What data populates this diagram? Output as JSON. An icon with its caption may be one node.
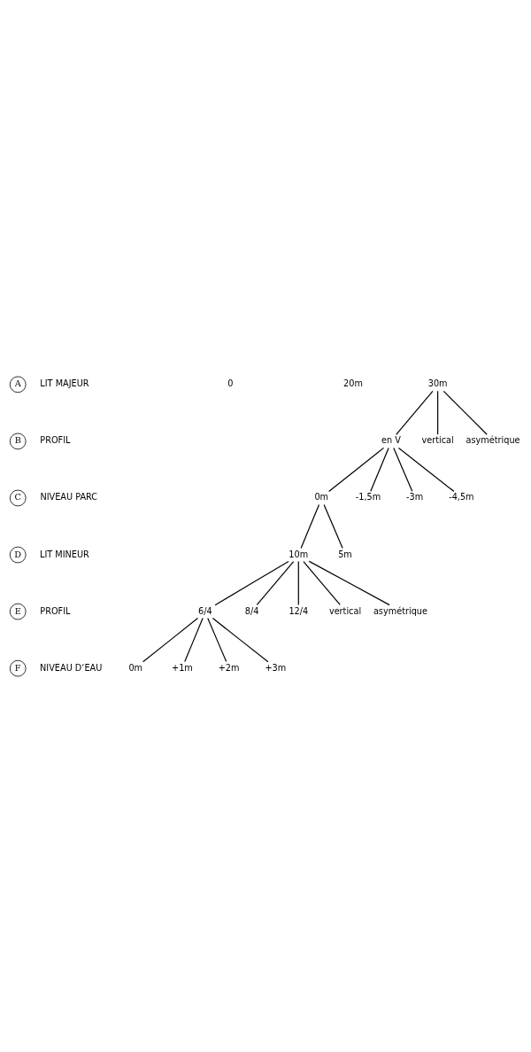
{
  "diagram": {
    "nodes": [
      {
        "text": [
          "A"
        ],
        "beside": [
          "LIT MAJEUR"
        ]
      },
      {
        "text": [
          "0"
        ]
      },
      {
        "text": [
          "20m"
        ]
      },
      {
        "text": [
          "30m"
        ]
      },
      {
        "text": [
          "B"
        ],
        "beside": [
          "PROFIL"
        ]
      },
      {
        "text": [
          "en V"
        ]
      },
      {
        "text": [
          "vertical"
        ]
      },
      {
        "text": [
          "asymétrique"
        ]
      },
      {
        "text": [
          "C"
        ],
        "beside": [
          "NIVEAU PARC"
        ]
      },
      {
        "text": [
          "0m"
        ]
      },
      {
        "text": [
          "-1,5m"
        ]
      },
      {
        "text": [
          "-3m"
        ]
      },
      {
        "text": [
          "-4,5m"
        ]
      },
      {
        "text": [
          "D"
        ],
        "beside": [
          "LIT MINEUR"
        ]
      },
      {
        "text": [
          "10m"
        ]
      },
      {
        "text": [
          "5m"
        ]
      },
      {
        "text": [
          "E"
        ],
        "beside": [
          "PROFIL"
        ]
      },
      {
        "text": [
          "6/4"
        ]
      },
      {
        "text": [
          "8/4"
        ]
      },
      {
        "text": [
          "12/4"
        ]
      },
      {
        "text": [
          "vertical"
        ]
      },
      {
        "text": [
          "asymétrique"
        ]
      },
      {
        "text": [
          "F"
        ],
        "beside": [
          "NIVEAU D‘EAU"
        ]
      },
      {
        "text": [
          "0m"
        ]
      },
      {
        "text": [
          "+1m"
        ]
      },
      {
        "text": [
          "+2m"
        ]
      },
      {
        "text": [
          "+3m"
        ]
      }
    ],
    "edges": [
      {
        "from": 3,
        "to": 5,
        "arrow": "none"
      },
      {
        "from": 3,
        "to": 6,
        "arrow": "none"
      },
      {
        "from": 3,
        "to": 7,
        "arrow": "none"
      },
      {
        "from": 5,
        "to": 9,
        "arrow": "none"
      },
      {
        "from": 5,
        "to": 10,
        "arrow": "none"
      },
      {
        "from": 5,
        "to": 11,
        "arrow": "none"
      },
      {
        "from": 5,
        "to": 12,
        "arrow": "none"
      },
      {
        "from": 9,
        "to": 14,
        "arrow": "none"
      },
      {
        "from": 9,
        "to": 15,
        "arrow": "none"
      },
      {
        "from": 14,
        "to": 17,
        "arrow": "none"
      },
      {
        "from": 14,
        "to": 18,
        "arrow": "none"
      },
      {
        "from": 14,
        "to": 19,
        "arrow": "none"
      },
      {
        "from": 14,
        "to": 20,
        "arrow": "none"
      },
      {
        "from": 14,
        "to": 21,
        "arrow": "none"
      },
      {
        "from": 17,
        "to": 23,
        "arrow": "none"
      },
      {
        "from": 17,
        "to": 24,
        "arrow": "none"
      },
      {
        "from": 17,
        "to": 25,
        "arrow": "none"
      },
      {
        "from": 17,
        "to": 26,
        "arrow": "none"
      }
    ]
  }
}
